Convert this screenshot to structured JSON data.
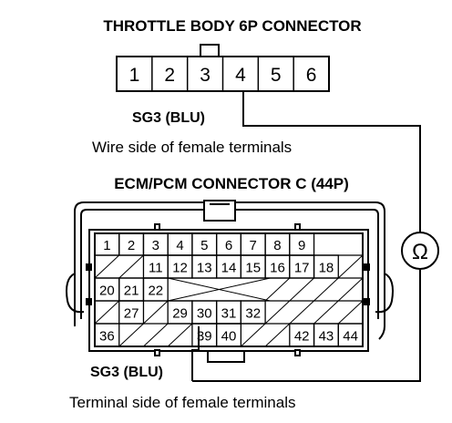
{
  "throttle_connector": {
    "title": "THROTTLE BODY 6P CONNECTOR",
    "pins": [
      "1",
      "2",
      "3",
      "4",
      "5",
      "6"
    ],
    "wire_label": "SG3 (BLU)",
    "caption": "Wire side of female terminals"
  },
  "ecm_connector": {
    "title": "ECM/PCM CONNECTOR C (44P)",
    "pins": {
      "row1": [
        "1",
        "2",
        "3",
        "4",
        "5",
        "6",
        "7",
        "8",
        "9"
      ],
      "row2": [
        "11",
        "12",
        "13",
        "14",
        "15",
        "16",
        "17",
        "18"
      ],
      "row3": [
        "20",
        "21",
        "22"
      ],
      "row4a": [
        "27"
      ],
      "row4b": [
        "29",
        "30",
        "31",
        "32"
      ],
      "row5a": [
        "36"
      ],
      "row5b": [
        "39",
        "40"
      ],
      "row5c": [
        "42",
        "43",
        "44"
      ]
    },
    "wire_label": "SG3 (BLU)",
    "caption": "Terminal side of female terminals"
  },
  "meter_symbol": "Ω",
  "colors": {
    "ink": "#000000",
    "background": "#ffffff"
  }
}
